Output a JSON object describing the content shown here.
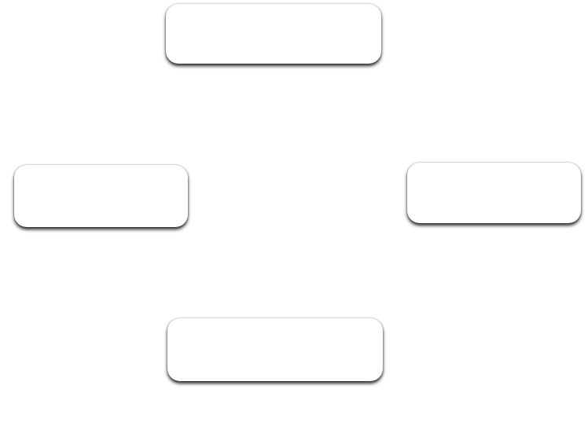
{
  "diagram": {
    "nodes": [
      {
        "id": "top",
        "label": ""
      },
      {
        "id": "left",
        "label": ""
      },
      {
        "id": "right",
        "label": ""
      },
      {
        "id": "bottom",
        "label": ""
      }
    ],
    "colors": {
      "background": "#ffffff",
      "card_fill": "#ffffff",
      "shadow": "#000000"
    }
  }
}
